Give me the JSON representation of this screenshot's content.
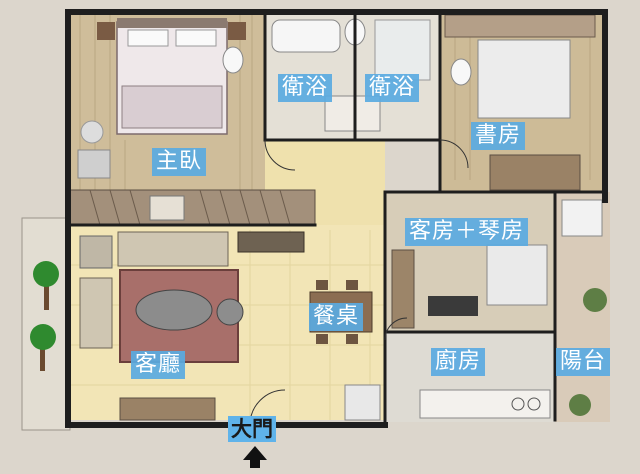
{
  "rooms": {
    "master_bedroom": "主臥",
    "bath_left": "衛浴",
    "bath_right": "衛浴",
    "study": "書房",
    "guest_piano_room": "客房＋琴房",
    "dining_table": "餐桌",
    "living_room": "客廳",
    "kitchen": "廚房",
    "balcony": "陽台",
    "main_door": "大門"
  },
  "colors": {
    "background": "#dcd6cc",
    "wall": "#1e1e1e",
    "floor_wood": "#c9b48f",
    "floor_tile": "#f1e4b2",
    "label_bg": "#5aaae1",
    "rug": "#a86f6a"
  }
}
